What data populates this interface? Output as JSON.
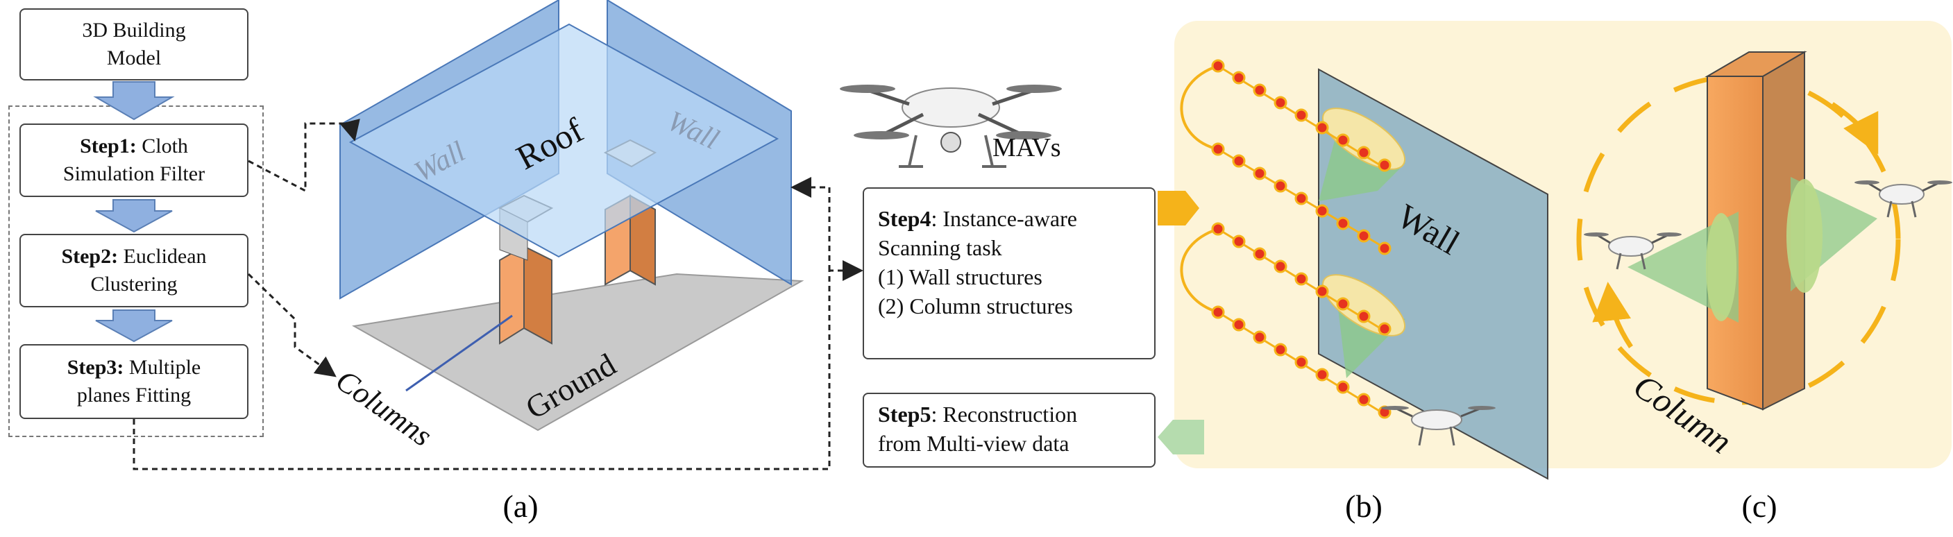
{
  "pipeline": {
    "model_box": "3D Building\nModel",
    "step1": {
      "bold": "Step1:",
      "text": " Cloth\nSimulation Filter"
    },
    "step2": {
      "bold": "Step2:",
      "text": " Euclidean\nClustering"
    },
    "step3": {
      "bold": "Step3:",
      "text": " Multiple\nplanes Fitting"
    },
    "step4": {
      "bold": "Step4",
      "line1": ": Instance-aware",
      "line2": "Scanning task",
      "line3": "(1)  Wall structures",
      "line4": "(2)  Column structures"
    },
    "step5": {
      "bold": "Step5",
      "line1": ": Reconstruction",
      "line2": "from Multi-view data"
    }
  },
  "scene_a": {
    "roof": "Roof",
    "wall_left": "Wall",
    "wall_right": "Wall",
    "ground": "Ground",
    "columns": "Columns",
    "mavs": "MAVs"
  },
  "panel_b": {
    "wall": "Wall"
  },
  "panel_c": {
    "column": "Column"
  },
  "captions": {
    "a": "(a)",
    "b": "(b)",
    "c": "(c)"
  },
  "colors": {
    "wall_blue": "#6f9fd8",
    "roof_blue": "#a9cdf2",
    "ground_gray": "#c8c8c8",
    "column_orange": "#f4a46b",
    "arrow_blue": "#8fb0e0",
    "panel_bg": "#fdf4d8",
    "trajectory_red": "#e6331f",
    "scan_green": "#8cc98a",
    "orbit_yellow": "#f5b31a"
  }
}
